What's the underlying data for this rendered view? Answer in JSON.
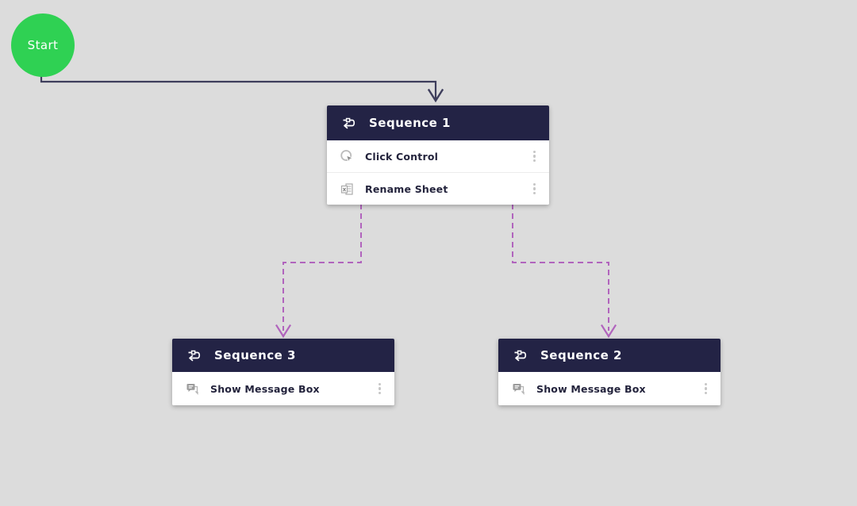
{
  "canvas": {
    "type": "workflow-designer-canvas",
    "background": "#dcdcdc"
  },
  "colors": {
    "start_green": "#2fd153",
    "header_navy": "#232345",
    "connector_solid": "#3e3e5c",
    "connector_dashed": "#b164bd",
    "row_text": "#23233c",
    "kebab_gray": "#c6c6c6"
  },
  "start_node": {
    "label": "Start"
  },
  "icons": {
    "header": "sequence-icon",
    "click_control": "mouse-click-icon",
    "rename_sheet": "excel-sheet-icon",
    "show_message_box": "message-bubbles-icon",
    "row_menu": "kebab-menu-icon"
  },
  "nodes": [
    {
      "title": "Sequence 1",
      "activities": [
        {
          "label": "Click Control",
          "icon": "mouse-click-icon"
        },
        {
          "label": "Rename Sheet",
          "icon": "excel-sheet-icon"
        }
      ]
    },
    {
      "title": "Sequence 3",
      "activities": [
        {
          "label": "Show Message Box",
          "icon": "message-bubbles-icon"
        }
      ]
    },
    {
      "title": "Sequence 2",
      "activities": [
        {
          "label": "Show Message Box",
          "icon": "message-bubbles-icon"
        }
      ]
    }
  ]
}
